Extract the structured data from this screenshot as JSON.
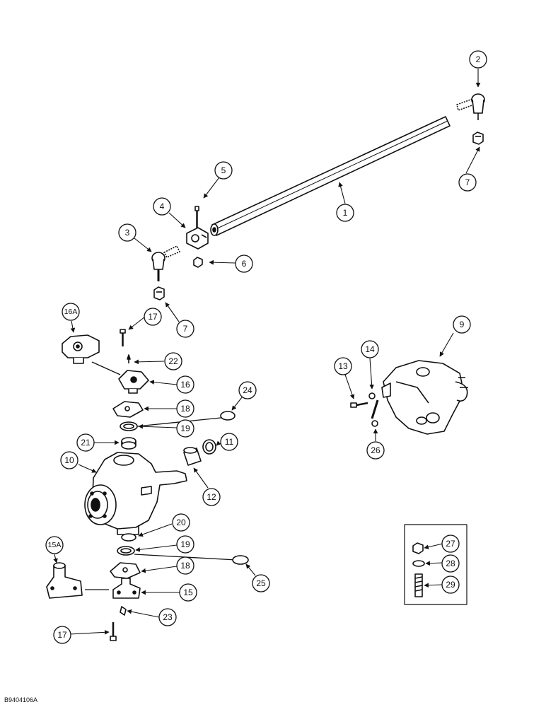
{
  "diagram": {
    "callouts": {
      "c1": "1",
      "c2": "2",
      "c3": "3",
      "c4": "4",
      "c5": "5",
      "c6": "6",
      "c7a": "7",
      "c7b": "7",
      "c9": "9",
      "c10": "10",
      "c11": "11",
      "c12": "12",
      "c13": "13",
      "c14": "14",
      "c15": "15",
      "c15a": "15A",
      "c16": "16",
      "c16a": "16A",
      "c17a": "17",
      "c17b": "17",
      "c18a": "18",
      "c18b": "18",
      "c19a": "19",
      "c19b": "19",
      "c20": "20",
      "c21": "21",
      "c22": "22",
      "c23": "23",
      "c24": "24",
      "c25": "25",
      "c26": "26",
      "c27": "27",
      "c28": "28",
      "c29": "29"
    },
    "figure_code": "B9404106A"
  }
}
